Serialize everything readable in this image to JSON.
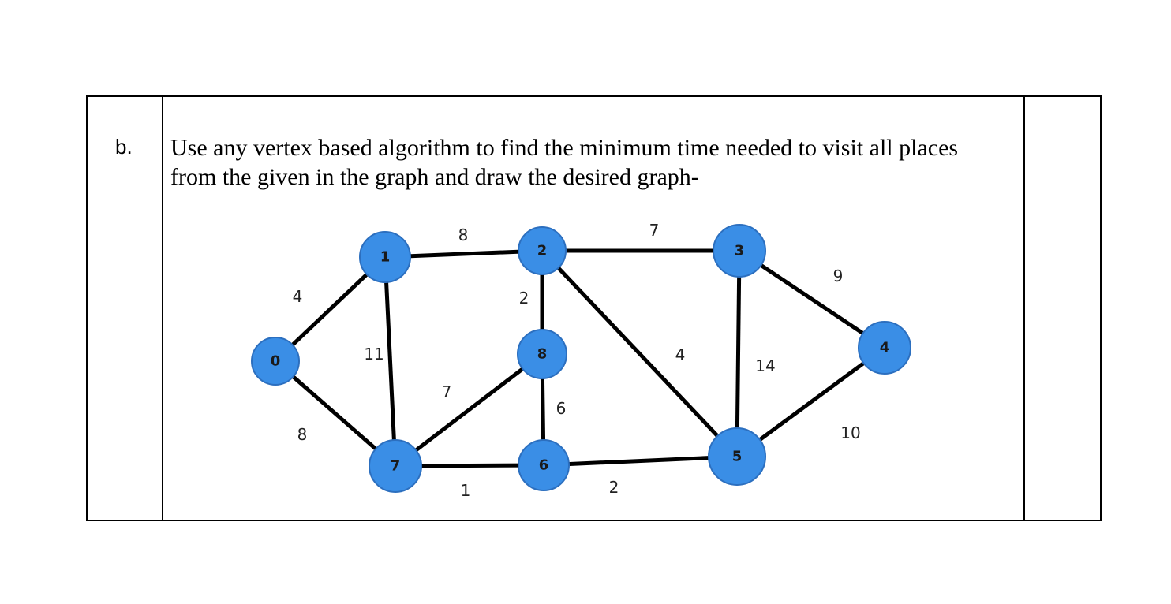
{
  "question": {
    "label": "b.",
    "text": "Use any vertex based algorithm to find the minimum time needed to visit all places\nfrom the given in the graph and draw the  desired graph-"
  },
  "graph": {
    "node_color": "#3a8ee6",
    "nodes": [
      "0",
      "1",
      "2",
      "3",
      "4",
      "5",
      "6",
      "7",
      "8"
    ],
    "edges": [
      {
        "from": "0",
        "to": "1",
        "weight": "4"
      },
      {
        "from": "0",
        "to": "7",
        "weight": "8"
      },
      {
        "from": "1",
        "to": "2",
        "weight": "8"
      },
      {
        "from": "1",
        "to": "7",
        "weight": "11"
      },
      {
        "from": "2",
        "to": "3",
        "weight": "7"
      },
      {
        "from": "2",
        "to": "8",
        "weight": "2"
      },
      {
        "from": "2",
        "to": "5",
        "weight": "4"
      },
      {
        "from": "3",
        "to": "4",
        "weight": "9"
      },
      {
        "from": "3",
        "to": "5",
        "weight": "14"
      },
      {
        "from": "4",
        "to": "5",
        "weight": "10"
      },
      {
        "from": "5",
        "to": "6",
        "weight": "2"
      },
      {
        "from": "6",
        "to": "7",
        "weight": "1"
      },
      {
        "from": "6",
        "to": "8",
        "weight": "6"
      },
      {
        "from": "7",
        "to": "8",
        "weight": "7"
      }
    ]
  }
}
